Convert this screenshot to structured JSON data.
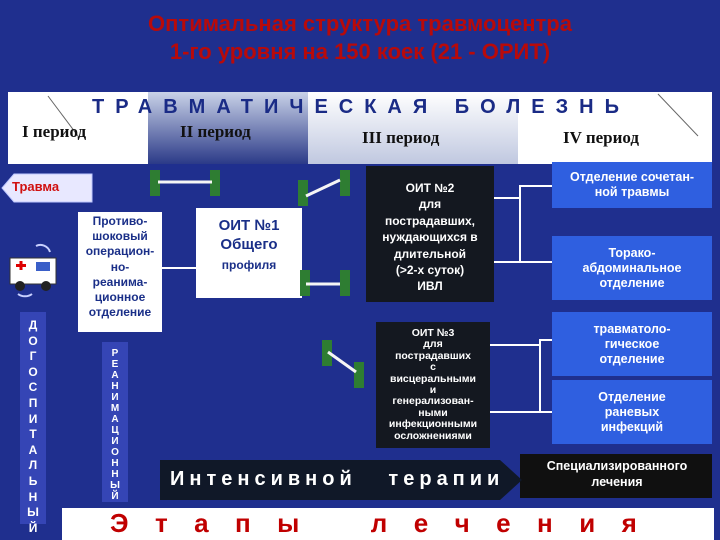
{
  "title": "Оптимальная структура травмоцентра\n1-го уровня на 150 коек (21 - ОРИТ)",
  "disease_banner": "ТРАВМАТИЧЕСКАЯ БОЛЕЗНЬ",
  "periods": [
    "I период",
    "II период",
    "III период",
    "IV период"
  ],
  "trauma_label": "Травма",
  "prehospital_vertical": "ДОГОСПИТАЛЬНЫЙ",
  "resus_dept": "Противо-\nшоковый\nоперацион-\nно-\nреанима-\nционное\nотделение",
  "resus_vertical": "РЕАНИМАЦИОННЫЙ",
  "icu1_title": "ОИТ №1\nОбщего",
  "icu1_sub": "профиля",
  "icu2": "ОИТ №2\nдля\nпострадавших,\nнуждающихся в\nдлительной\n(>2-х суток)\nИВЛ",
  "icu3": "ОИТ №3\nдля\nпострадавших\nс\nвисцеральными\nи\nгенерализован-\nными\nинфекционными\nосложнениями",
  "departments": [
    "Отделение сочетан-\nной травмы",
    "Торако-\nабдоминальное\nотделение",
    "травматоло-\nгическое\nотделение",
    "Отделение\nраневых\nинфекций"
  ],
  "specialized": "Специализированного\nлечения",
  "intensive": "Интенсивной   терапии",
  "stages": "Э  т  а  п  ы      л  е  ч  е  н  и  я",
  "colors": {
    "title": "#b80a0a",
    "background": "#1f2f8e",
    "stage_text": "#c00000",
    "department": "#2f5fe0"
  }
}
